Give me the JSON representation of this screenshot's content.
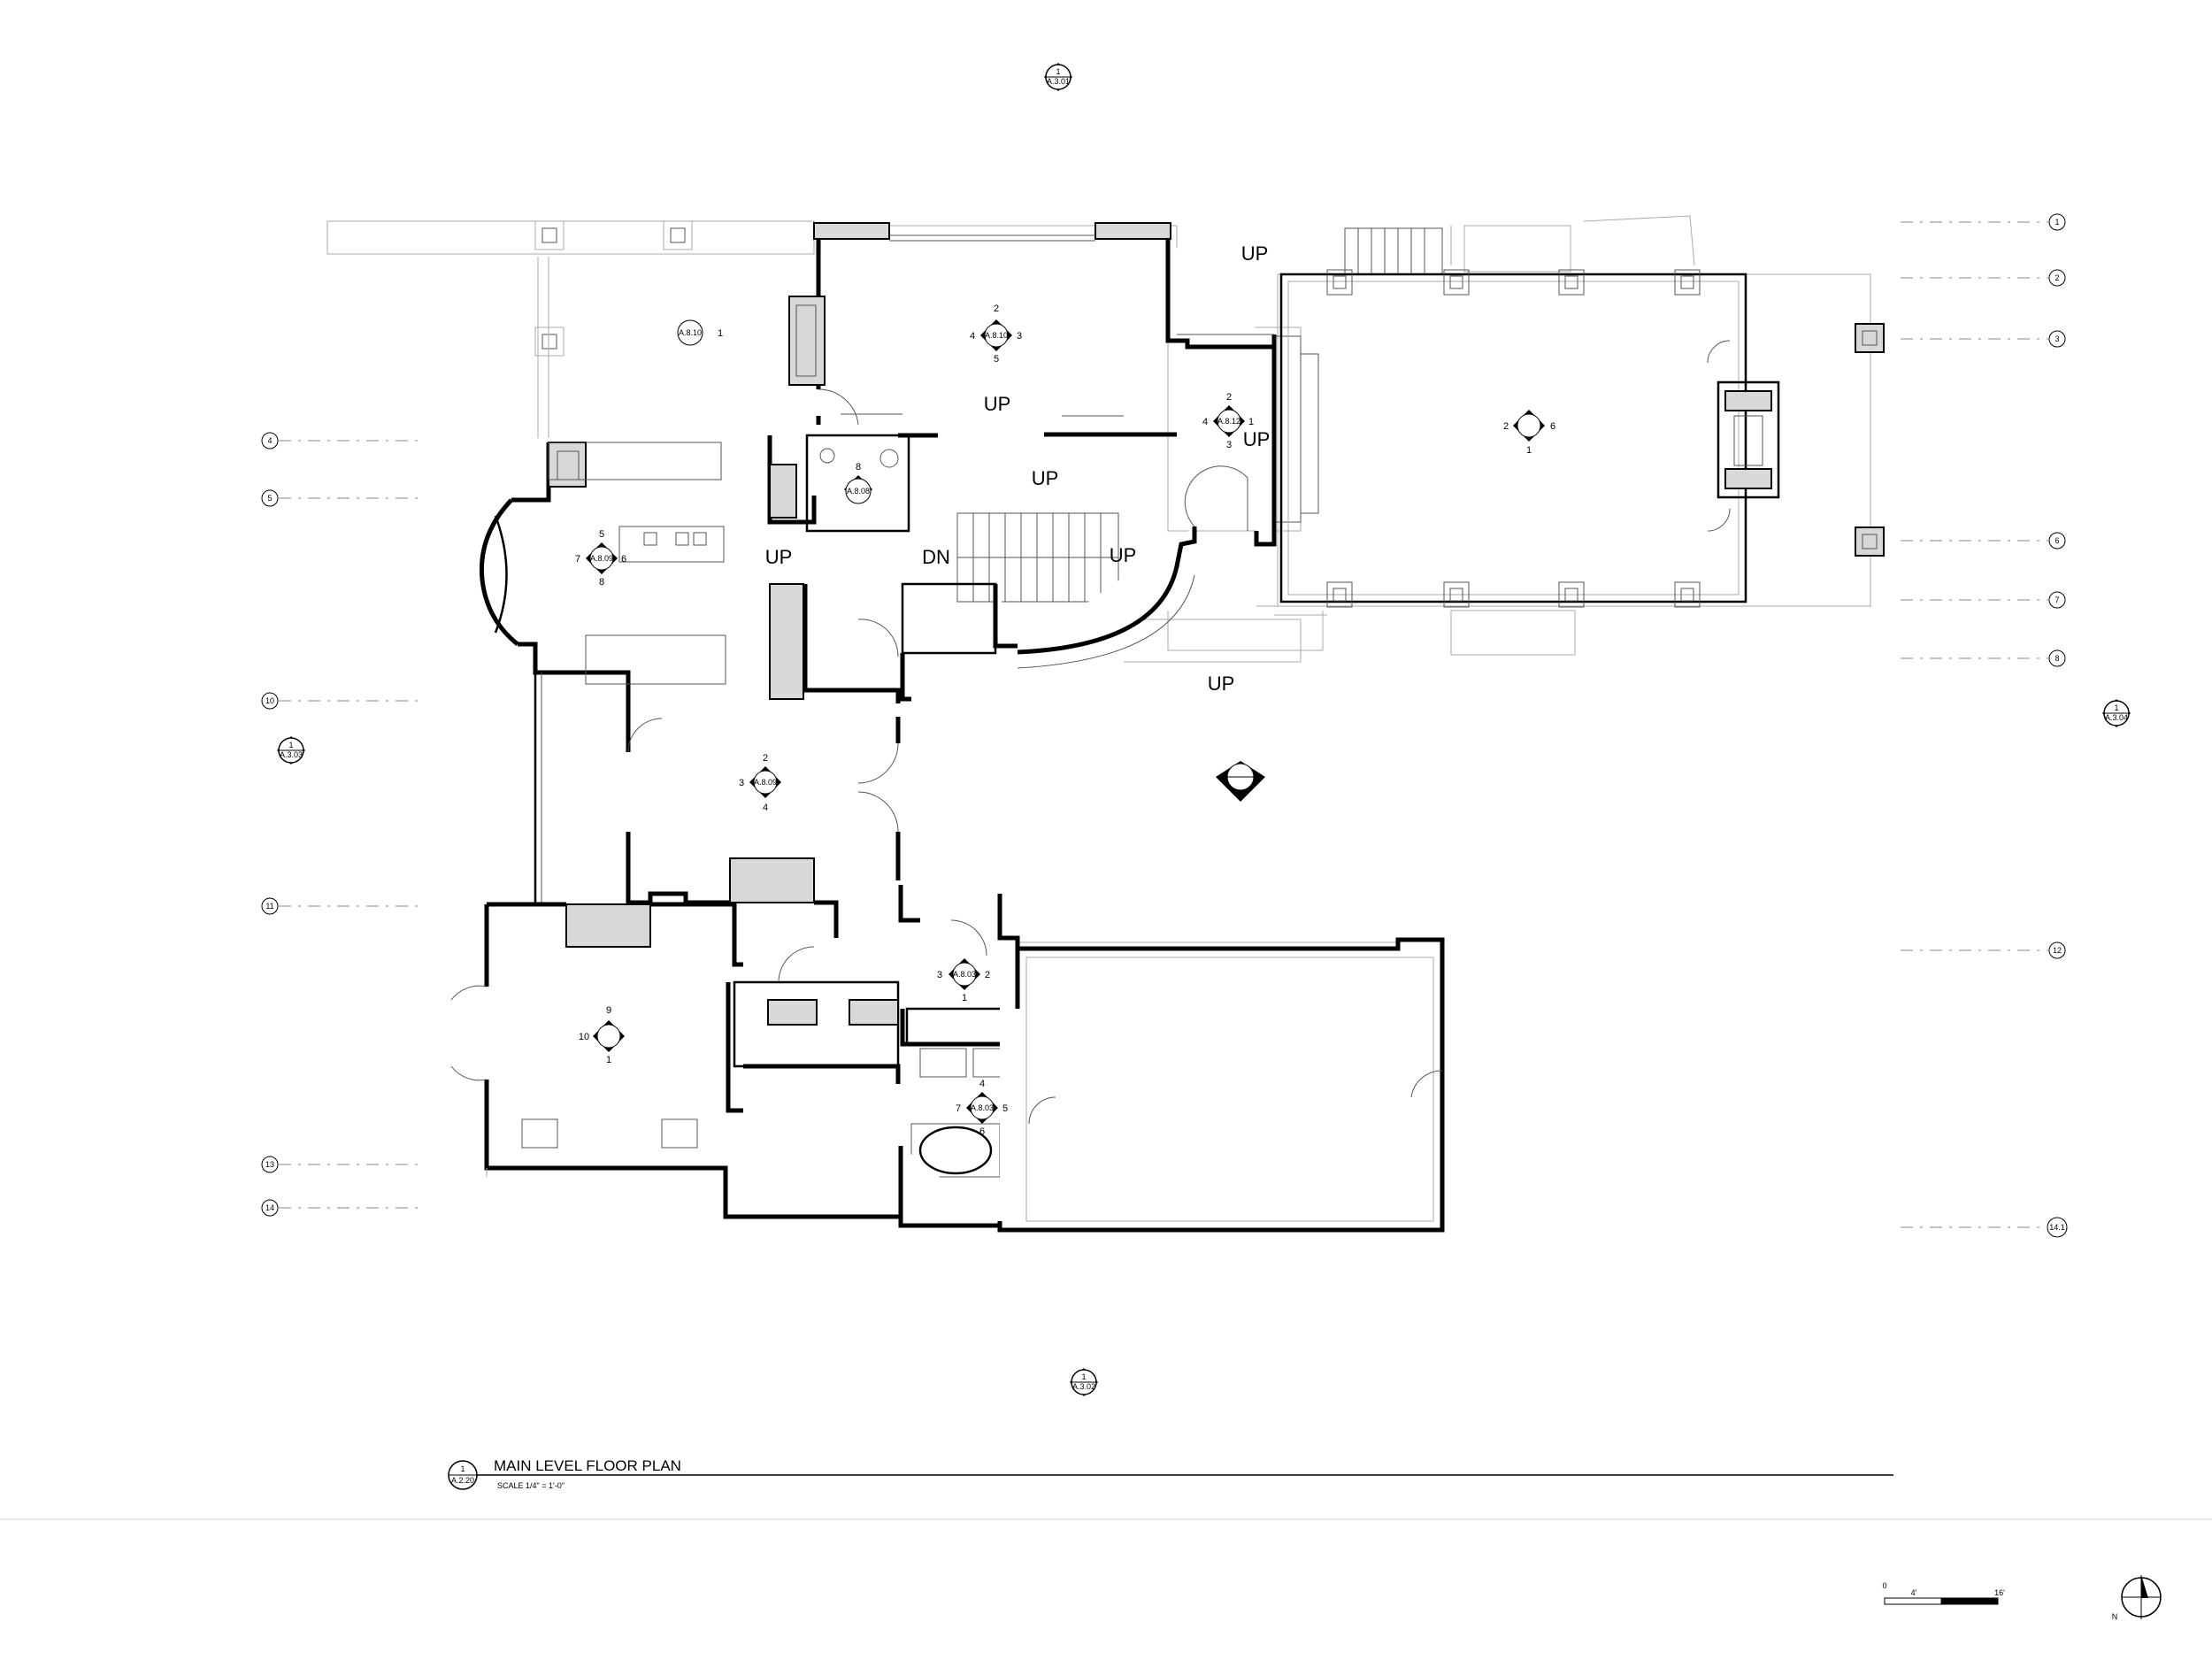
{
  "drawing": {
    "title": "MAIN LEVEL FLOOR PLAN",
    "title_ref_num": "1",
    "title_ref_sheet": "A.2.20",
    "scale_label": "SCALE  1/4\" = 1'-0\"",
    "scale_bar": {
      "start": "0",
      "mid": "4'",
      "end": "16'"
    },
    "north_arrow_label": "N"
  },
  "grid_lines_right": [
    "1",
    "2",
    "3",
    "6",
    "7",
    "8",
    "12",
    "14.1"
  ],
  "grid_lines_left": [
    "4",
    "5",
    "10",
    "11",
    "13",
    "14"
  ],
  "section_marks": {
    "top": {
      "num": "1",
      "sheet": "A.3.01"
    },
    "bottom": {
      "num": "1",
      "sheet": "A.3.02"
    },
    "left": {
      "num": "1",
      "sheet": "A.3.03"
    },
    "right": {
      "num": "1",
      "sheet": "A.3.04"
    }
  },
  "interior_elevations": [
    {
      "sheet": "A.8.10",
      "n": "",
      "e": "1",
      "s": "",
      "w": ""
    },
    {
      "sheet": "A.8.10",
      "n": "2",
      "e": "3",
      "s": "5",
      "w": "4"
    },
    {
      "sheet": "A.8.12",
      "n": "2",
      "e": "1",
      "s": "3",
      "w": "4"
    },
    {
      "sheet": "A.8.09",
      "n": "5",
      "e": "6",
      "s": "8",
      "w": "7"
    },
    {
      "sheet": "A.8.08",
      "n": "8",
      "e": "",
      "s": "",
      "w": ""
    },
    {
      "sheet": "A.8.09",
      "n": "2",
      "e": "",
      "s": "4",
      "w": "3"
    },
    {
      "sheet": "A.8.03",
      "n": "",
      "e": "2",
      "s": "1",
      "w": "3"
    },
    {
      "sheet": "A.8.03",
      "n": "4",
      "e": "5",
      "s": "6",
      "w": "7"
    },
    {
      "sheet": "",
      "n": "9",
      "e": "",
      "s": "1",
      "w": "10"
    },
    {
      "sheet": "",
      "n": "",
      "e": "6",
      "s": "1",
      "w": "2"
    }
  ],
  "stair_labels": [
    "UP",
    "UP",
    "UP",
    "UP",
    "UP",
    "UP",
    "UP",
    "DN"
  ],
  "colors": {
    "line": "#000000",
    "wall_fill": "#ffffff",
    "fixture_fill": "#d8d8d8",
    "light_line": "#aaaaaa"
  }
}
